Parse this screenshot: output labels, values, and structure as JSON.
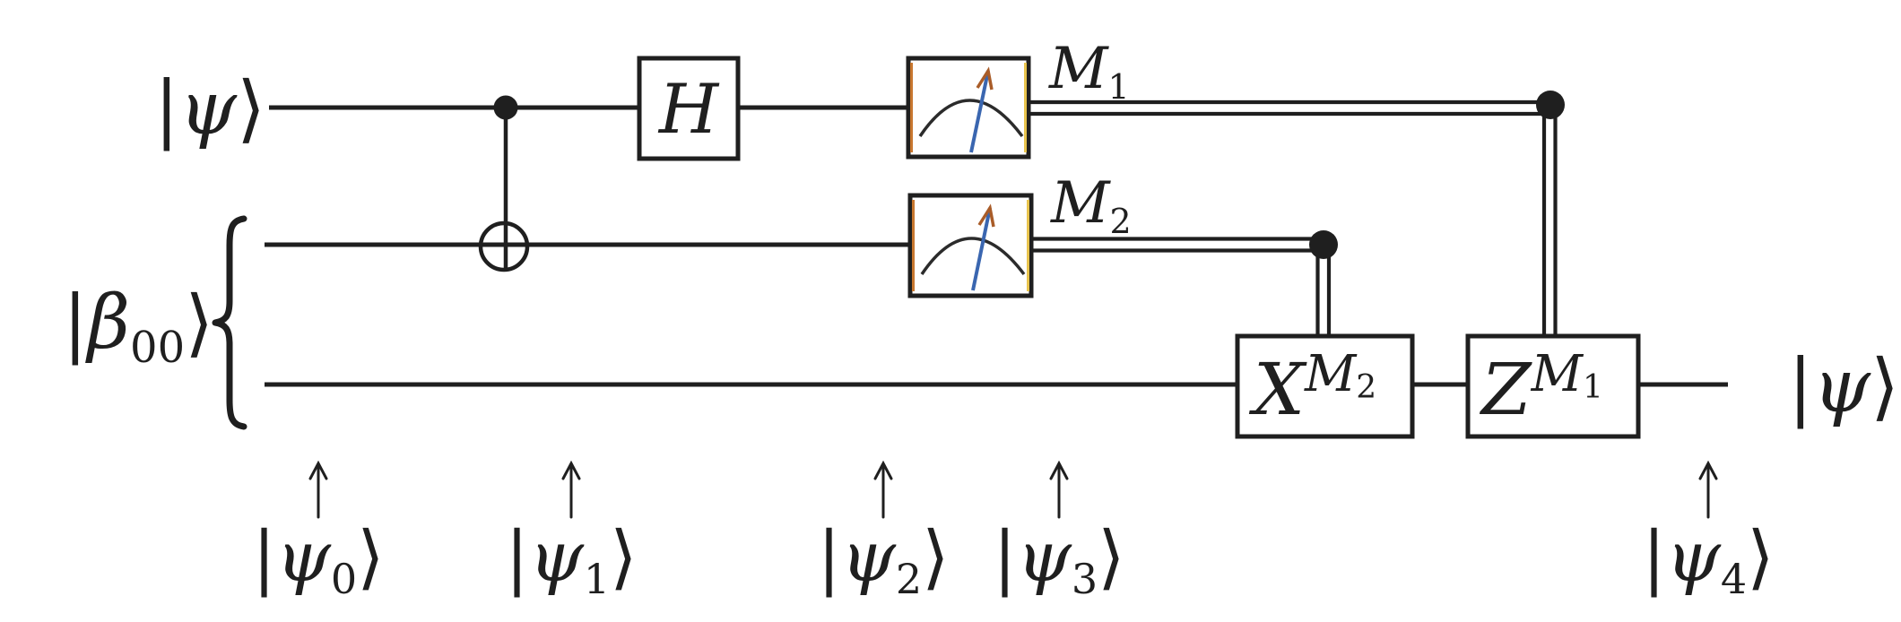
{
  "colors": {
    "ink": "#1f1f1f",
    "background": "#ffffff",
    "meter_needle": "#3a66b0",
    "meter_needle_arrow": "#a95c28",
    "meter_frame_left": "#c8772f",
    "meter_frame_right": "#e8c44e"
  },
  "inputs": {
    "top": {
      "bar": "|",
      "letter": "ψ",
      "rangle": "⟩"
    },
    "bottom": {
      "bar": "|",
      "letter": "β",
      "sub": "00",
      "rangle": "⟩"
    }
  },
  "output": {
    "bar": "|",
    "letter": "ψ",
    "rangle": "⟩"
  },
  "gates": {
    "hadamard": {
      "label": "H"
    },
    "x_correction": {
      "base": "X",
      "sup_letter": "M",
      "sup_sub": "2"
    },
    "z_correction": {
      "base": "Z",
      "sup_letter": "M",
      "sup_sub": "1"
    }
  },
  "measurements": {
    "m1": {
      "letter": "M",
      "sub": "1"
    },
    "m2": {
      "letter": "M",
      "sub": "2"
    }
  },
  "states": [
    {
      "bar": "|",
      "letter": "ψ",
      "sub": "0",
      "rangle": "⟩"
    },
    {
      "bar": "|",
      "letter": "ψ",
      "sub": "1",
      "rangle": "⟩"
    },
    {
      "bar": "|",
      "letter": "ψ",
      "sub": "2",
      "rangle": "⟩"
    },
    {
      "bar": "|",
      "letter": "ψ",
      "sub": "3",
      "rangle": "⟩"
    },
    {
      "bar": "|",
      "letter": "ψ",
      "sub": "4",
      "rangle": "⟩"
    }
  ]
}
